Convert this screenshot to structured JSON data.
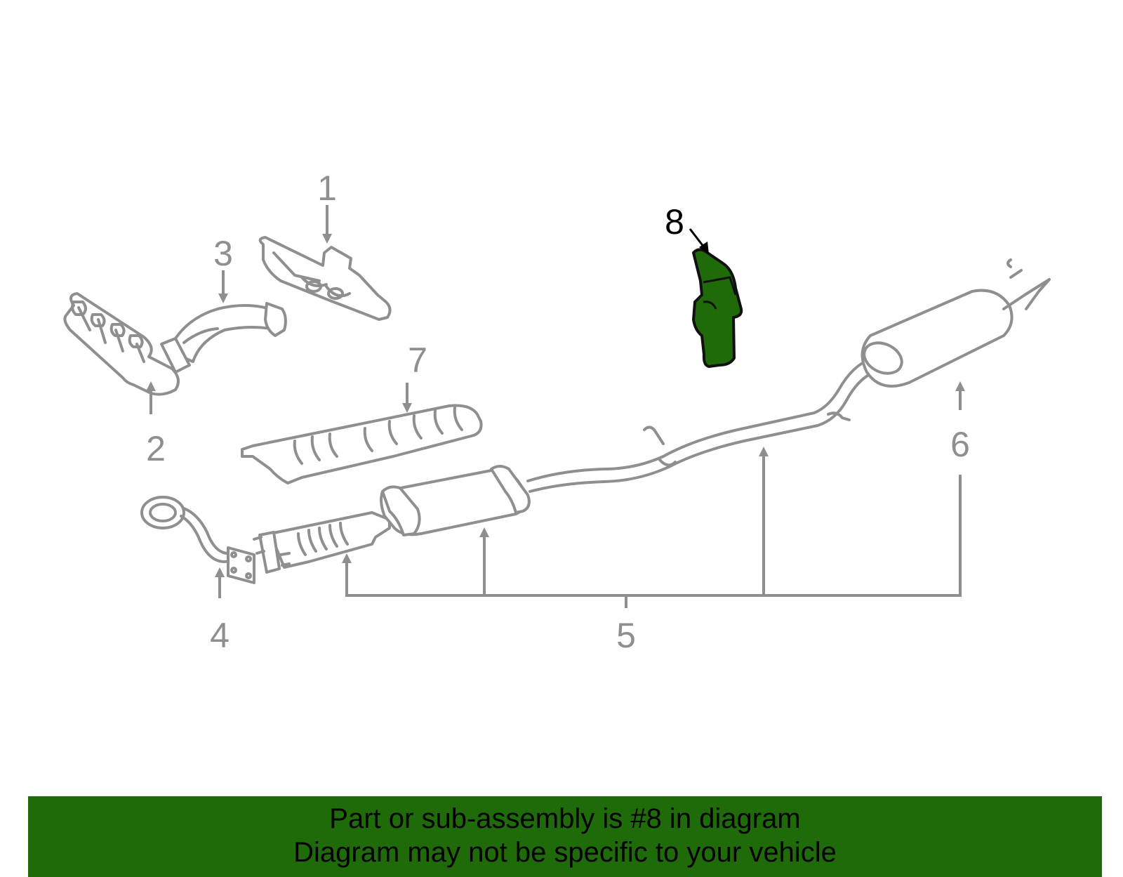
{
  "diagram": {
    "labels": [
      "1",
      "2",
      "3",
      "4",
      "5",
      "6",
      "7",
      "8"
    ],
    "highlighted_label": "8",
    "highlight_color": "#1f6b0a",
    "line_color": "#8f8f8f"
  },
  "banner": {
    "line1": "Part or sub-assembly is #8 in diagram",
    "line2": "Diagram may not be specific to your vehicle",
    "background": "#1f6b0a"
  }
}
